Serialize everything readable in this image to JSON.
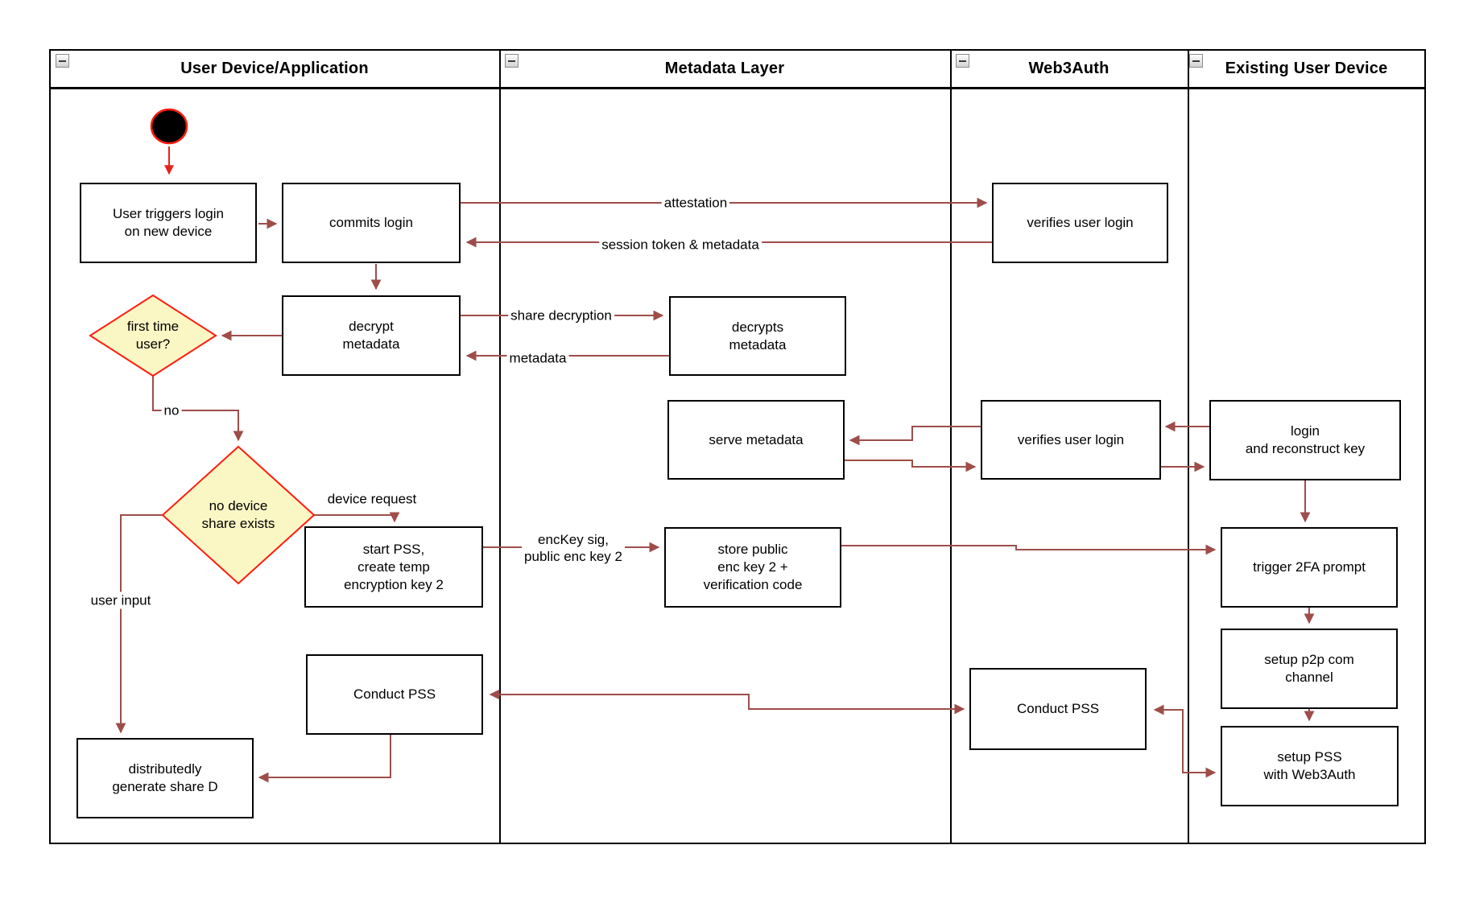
{
  "lanes": [
    {
      "id": "user-device",
      "title": "User Device/Application",
      "icon": "collapse-minus-icon"
    },
    {
      "id": "metadata-layer",
      "title": "Metadata Layer",
      "icon": "collapse-minus-icon"
    },
    {
      "id": "web3auth",
      "title": "Web3Auth",
      "icon": "collapse-minus-icon"
    },
    {
      "id": "existing-user-device",
      "title": "Existing User Device",
      "icon": "collapse-minus-icon"
    }
  ],
  "nodes": {
    "start": {
      "type": "initial-state"
    },
    "n1": {
      "label": "User triggers login\non new device",
      "lane": "user-device"
    },
    "n2": {
      "label": "commits login",
      "lane": "user-device"
    },
    "n3": {
      "label": "decrypt\nmetadata",
      "lane": "user-device"
    },
    "d1": {
      "label": "first time\nuser?",
      "lane": "user-device",
      "type": "decision"
    },
    "d2": {
      "label": "no device\nshare exists",
      "lane": "user-device",
      "type": "decision"
    },
    "n4": {
      "label": "start PSS,\ncreate temp\nencryption key 2",
      "lane": "user-device"
    },
    "n5": {
      "label": "Conduct PSS",
      "lane": "user-device"
    },
    "n6": {
      "label": "distributedly\ngenerate share D",
      "lane": "user-device"
    },
    "m1": {
      "label": "decrypts\nmetadata",
      "lane": "metadata-layer"
    },
    "m2": {
      "label": "serve metadata",
      "lane": "metadata-layer"
    },
    "m3": {
      "label": "store public\nenc key 2 +\nverification code",
      "lane": "metadata-layer"
    },
    "w1": {
      "label": "verifies user login",
      "lane": "web3auth"
    },
    "w2": {
      "label": "verifies user login",
      "lane": "web3auth"
    },
    "w3": {
      "label": "Conduct PSS",
      "lane": "web3auth"
    },
    "e1": {
      "label": "login\nand reconstruct key",
      "lane": "existing-user-device"
    },
    "e2": {
      "label": "trigger 2FA prompt",
      "lane": "existing-user-device"
    },
    "e3": {
      "label": "setup p2p com\nchannel",
      "lane": "existing-user-device"
    },
    "e4": {
      "label": "setup PSS\nwith Web3Auth",
      "lane": "existing-user-device"
    }
  },
  "edge_labels": {
    "attestation": "attestation",
    "session_token": "session token & metadata",
    "share_decryption": "share decryption",
    "metadata": "metadata",
    "no": "no",
    "device_request": "device request",
    "user_input": "user input",
    "enckey": "encKey sig,\npublic enc key 2"
  },
  "colors": {
    "arrow": "#9E4D49",
    "start_arrow": "#E8221A",
    "shape_stroke": "#000000",
    "shape_fill": "#FFFFFF",
    "decision_fill": "#FBF7C5",
    "decision_stroke": "#FF1D10",
    "text": "#000000"
  }
}
